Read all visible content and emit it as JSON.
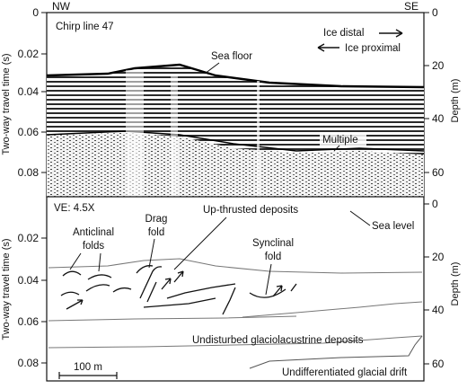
{
  "figure": {
    "top_panel": {
      "title": "Chirp line 47",
      "corner_left": "NW",
      "corner_right": "SE",
      "legend": {
        "distal": "Ice distal",
        "proximal": "Ice proximal"
      },
      "labels": {
        "sea_floor": "Sea floor",
        "multiple": "Multiple"
      }
    },
    "bottom_panel": {
      "ve": "VE: 4.5X",
      "labels": {
        "anticlinal_1": "Anticlinal",
        "anticlinal_2": "folds",
        "drag_1": "Drag",
        "drag_2": "fold",
        "upthrust": "Up-thrusted deposits",
        "synclinal_1": "Synclinal",
        "synclinal_2": "fold",
        "sea_level": "Sea level",
        "undisturbed": "Undisturbed glaciolacustrine deposits",
        "drift": "Undifferentiated glacial drift"
      },
      "scale_bar": "100 m"
    },
    "axes": {
      "left_label": "Two-way travel time (s)",
      "right_label": "Depth (m)",
      "left_ticks": [
        "0",
        "0.02",
        "0.04",
        "0.06",
        "0.08"
      ],
      "right_ticks": [
        "0",
        "20",
        "40",
        "60"
      ]
    },
    "colors": {
      "frame": "#111111",
      "seismic_dark": "#1a1a1a",
      "horizon": "#888888"
    }
  }
}
